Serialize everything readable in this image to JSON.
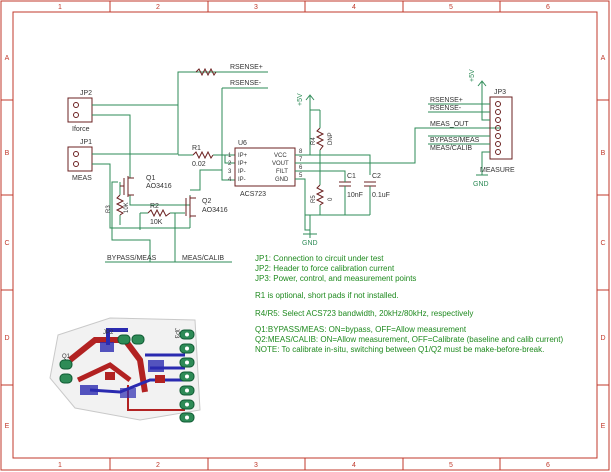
{
  "frame": {
    "columns": [
      "1",
      "2",
      "3",
      "4",
      "5",
      "6"
    ],
    "rows": [
      "A",
      "B",
      "C",
      "D",
      "E"
    ]
  },
  "connectors": {
    "jp2": {
      "name": "JP2",
      "value": "Iforce"
    },
    "jp1": {
      "name": "JP1",
      "value": "MEAS"
    },
    "jp3": {
      "name": "JP3",
      "value": "MEASURE"
    }
  },
  "parts": {
    "u6": {
      "name": "U6",
      "value": "ACS723",
      "pins_left": [
        "IP+",
        "IP+",
        "IP-",
        "IP-"
      ],
      "pins_right": [
        "VCC",
        "VOUT",
        "FILT",
        "GND"
      ],
      "pin_nums_left": [
        "1",
        "2",
        "3",
        "4"
      ],
      "pin_nums_right": [
        "8",
        "7",
        "6",
        "5"
      ]
    },
    "r1": {
      "name": "R1",
      "value": "0.02"
    },
    "r2": {
      "name": "R2",
      "value": "10K"
    },
    "r3": {
      "name": "R3",
      "value": "10K"
    },
    "r4": {
      "name": "R4",
      "value": "DNP"
    },
    "r5": {
      "name": "R5",
      "value": "0"
    },
    "c1": {
      "name": "C1",
      "value": "10nF"
    },
    "c2": {
      "name": "C2",
      "value": "0.1uF"
    },
    "q1": {
      "name": "Q1",
      "value": "AO3416"
    },
    "q2": {
      "name": "Q2",
      "value": "AO3416"
    }
  },
  "nets": {
    "rsense_p": "RSENSE+",
    "rsense_n": "RSENSE-",
    "meas_out": "MEAS_OUT",
    "bypass_meas": "BYPASS/MEAS",
    "meas_calib": "MEAS/CALIB",
    "plus5v": "+5V",
    "gnd": "GND"
  },
  "notes": [
    "JP1: Connection to circuit under test",
    "JP2: Header to force calibration current",
    "JP3: Power, control, and measurement points",
    "R1 is optional, short pads if not installed.",
    "R4/R5: Select ACS723 bandwidth, 20kHz/80kHz,  respectively",
    "Q1:BYPASS/MEAS: ON=bypass, OFF=Allow measurement",
    "Q2:MEAS/CALIB: ON=Allow measurement, OFF=Calibrate (baseline and calib current)",
    "NOTE: To calibrate in-situ, switching between Q1/Q2 must be make-before-break."
  ],
  "pcb": {
    "labels": [
      "JP2",
      "Q1",
      "JP3"
    ]
  },
  "colors": {
    "frame": "#c0392b",
    "wire": "#2e8b57",
    "component": "#6b2020",
    "note": "#1f8a1f",
    "pcb_top": "#b22222",
    "pcb_bottom": "#2a2ab0",
    "pad": "#2e8b57"
  }
}
